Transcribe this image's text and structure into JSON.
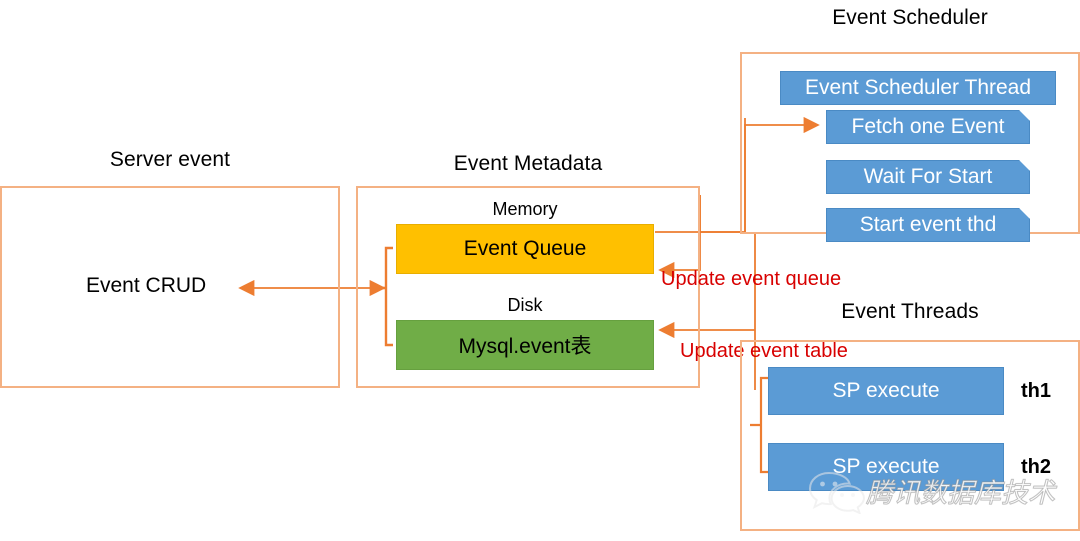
{
  "diagram": {
    "title": "MySQL Event Scheduler architecture",
    "background": "#ffffff",
    "colors": {
      "frame_border": "#F4B183",
      "connector": "#ED7D31",
      "blue_box": "#5B9BD5",
      "amber_box": "#FFC000",
      "green_box": "#70AD47",
      "annotation_red": "#D80000",
      "text": "#000000"
    }
  },
  "groups": {
    "server_event": {
      "title": "Server event",
      "items": [
        {
          "label": "Event CRUD"
        }
      ]
    },
    "event_metadata": {
      "title": "Event Metadata",
      "sections": [
        {
          "label": "Memory",
          "box": "Event Queue",
          "color": "#FFC000"
        },
        {
          "label": "Disk",
          "box": "Mysql.event表",
          "color": "#70AD47"
        }
      ]
    },
    "event_scheduler": {
      "title": "Event Scheduler",
      "steps": [
        {
          "label": "Event Scheduler Thread",
          "chamfer": false
        },
        {
          "label": "Fetch one Event",
          "chamfer": true
        },
        {
          "label": "Wait For Start",
          "chamfer": true
        },
        {
          "label": "Start event thd",
          "chamfer": true
        }
      ]
    },
    "event_threads": {
      "title": "Event Threads",
      "threads": [
        {
          "label": "SP execute",
          "name": "th1"
        },
        {
          "label": "SP execute",
          "name": "th2"
        }
      ]
    }
  },
  "annotations": [
    {
      "text": "Update event queue",
      "color": "#D80000"
    },
    {
      "text": "Update event table",
      "color": "#D80000"
    }
  ],
  "watermark": {
    "text": "腾讯数据库技术",
    "icon": "wechat-logo"
  }
}
